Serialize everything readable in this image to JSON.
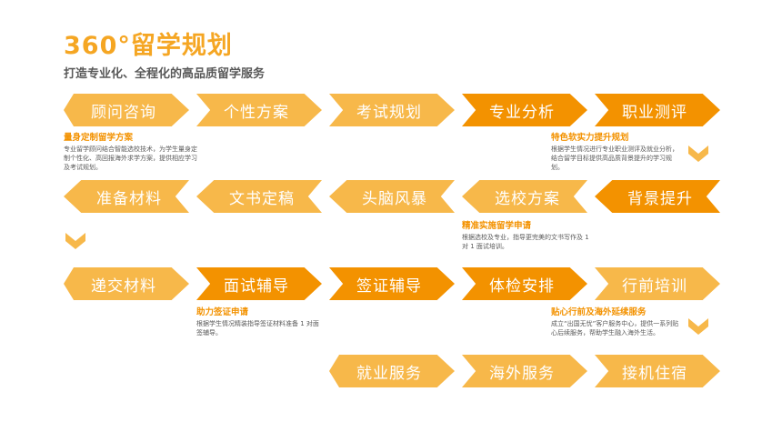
{
  "header": {
    "title": "360°留学规划",
    "subtitle": "打造专业化、全程化的高品质留学服务"
  },
  "rows": [
    {
      "direction": "right",
      "steps": [
        {
          "label": "顾问咨询",
          "tone": "light"
        },
        {
          "label": "个性方案",
          "tone": "light"
        },
        {
          "label": "考试规划",
          "tone": "light"
        },
        {
          "label": "专业分析",
          "tone": "dark"
        },
        {
          "label": "职业测评",
          "tone": "dark"
        }
      ]
    },
    {
      "direction": "left",
      "steps": [
        {
          "label": "准备材料",
          "tone": "light"
        },
        {
          "label": "文书定稿",
          "tone": "light"
        },
        {
          "label": "头脑风暴",
          "tone": "light"
        },
        {
          "label": "选校方案",
          "tone": "light"
        },
        {
          "label": "背景提升",
          "tone": "dark"
        }
      ]
    },
    {
      "direction": "right",
      "steps": [
        {
          "label": "递交材料",
          "tone": "light"
        },
        {
          "label": "面试辅导",
          "tone": "dark"
        },
        {
          "label": "签证辅导",
          "tone": "dark"
        },
        {
          "label": "体检安排",
          "tone": "dark"
        },
        {
          "label": "行前培训",
          "tone": "light"
        }
      ]
    },
    {
      "direction": "right",
      "steps": [
        {
          "label": "就业服务",
          "tone": "light"
        },
        {
          "label": "海外服务",
          "tone": "light"
        },
        {
          "label": "接机住宿",
          "tone": "light"
        }
      ]
    }
  ],
  "notes": [
    {
      "title": "量身定制留学方案",
      "body": "专业留学顾问结合智能选校技术，为学生量身定制个性化、高回报海外求学方案，提供相应学习及考试规划。"
    },
    {
      "title": "特色软实力提升规划",
      "body": "根据学生情况进行专业职业测评及就业分析，结合留学目标提供高品质背景提升的学习规划。"
    },
    {
      "title": "精准实施留学申请",
      "body": "根据选校及专业，指导更完美的文书写作及 1 对 1 面试培训。"
    },
    {
      "title": "助力签证申请",
      "body": "根据学生情况精装指导签证材料准备 1 对面签辅导。"
    },
    {
      "title": "贴心行前及海外延续服务",
      "body": "成立“出国无忧”客户服务中心，提供一系列贴心后续服务，帮助学生融入海外生活。"
    }
  ],
  "colors": {
    "light": "#f7b84a",
    "dark": "#f39200",
    "title": "#f5a623",
    "text": "#5a5a5a"
  }
}
